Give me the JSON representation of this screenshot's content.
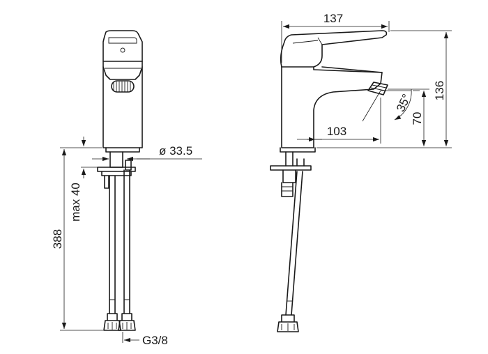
{
  "drawing": {
    "dimensions": {
      "width_top": "137",
      "height_total": "136",
      "spout_height": "70",
      "spout_reach": "103",
      "spout_angle": "35°",
      "hole_diameter": "ø 33.5",
      "hose_length": "388",
      "max_thickness": "max 40",
      "thread": "G3/8"
    }
  }
}
